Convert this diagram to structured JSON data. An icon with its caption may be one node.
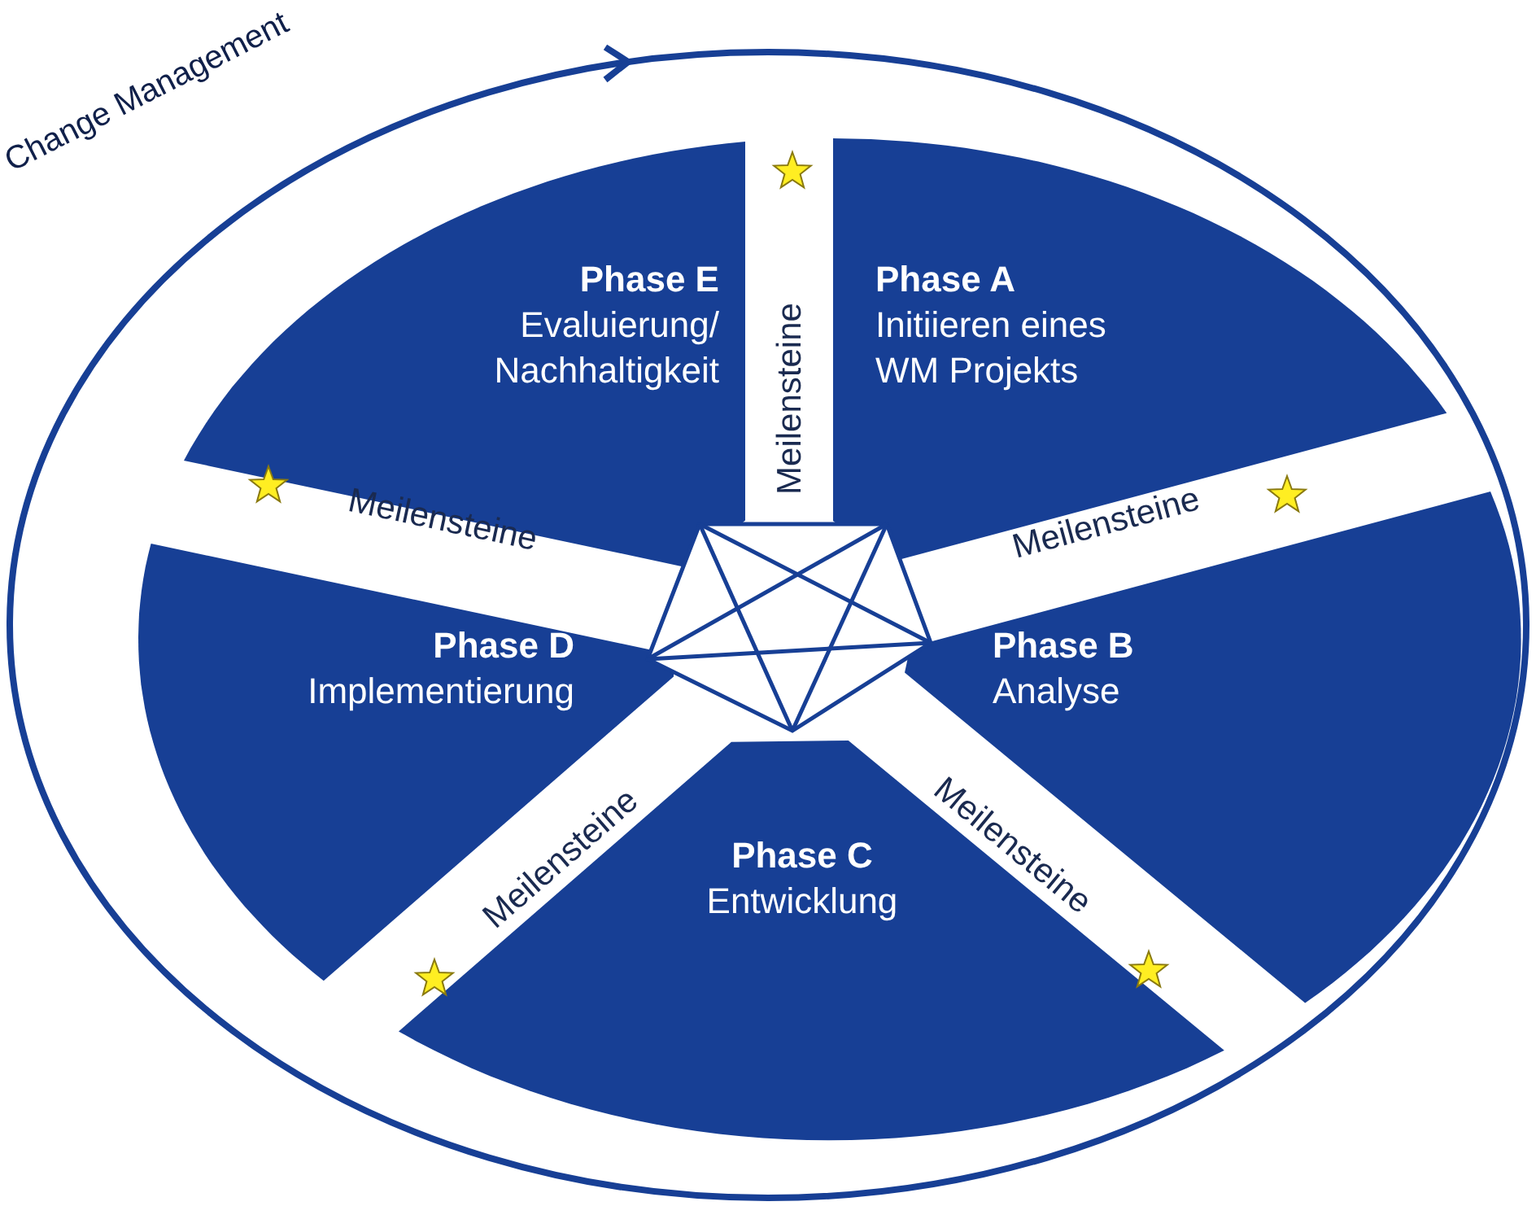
{
  "diagram": {
    "nodes": [
      {
        "text": [
          "Change Management"
        ]
      },
      {
        "text": [
          "Phase A",
          "Initiieren eines WM Projekts"
        ],
        "in": 0
      },
      {
        "text": [
          "Phase B",
          "Analyse"
        ],
        "in": 0
      },
      {
        "text": [
          "Phase C",
          "Entwicklung"
        ],
        "in": 0
      },
      {
        "text": [
          "Phase D",
          "Implementierung"
        ],
        "in": 0
      },
      {
        "text": [
          "Phase E",
          "Evaluierung/ Nachhaltigkeit"
        ],
        "in": 0
      }
    ],
    "edges": [],
    "labels": [
      "Meilensteine",
      "Meilensteine",
      "Meilensteine",
      "Meilensteine",
      "Meilensteine"
    ]
  }
}
